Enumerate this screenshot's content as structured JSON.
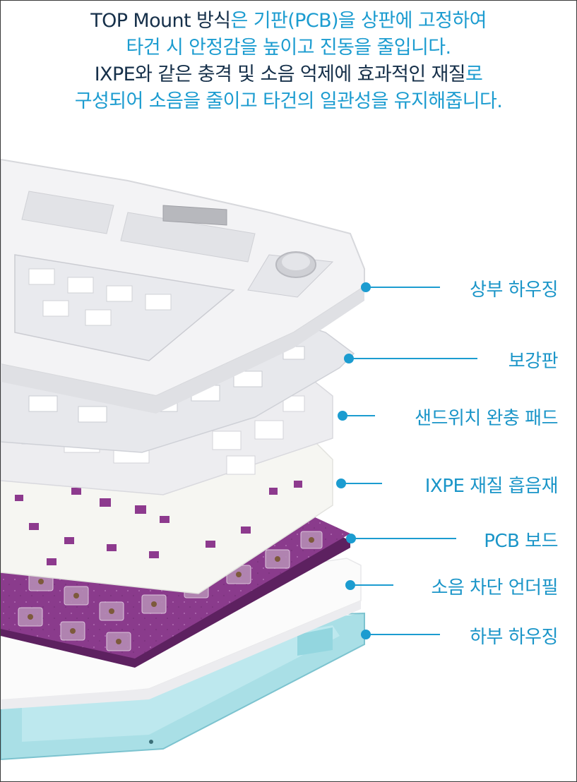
{
  "headline": {
    "line1": {
      "part1": "TOP Mount 방식",
      "part2": "은 기판(PCB)을 상판에 고정하여"
    },
    "line2": "타건 시 안정감을 높이고 진동을 줄입니다.",
    "line3": {
      "part1": "IXPE와 같은 충격 및 소음 억제에 효과적인 재질",
      "part2": "로"
    },
    "line4": "구성되어 소음을 줄이고 타건의 일관성을 유지해줍니다."
  },
  "layers": [
    {
      "label": "상부 하우징"
    },
    {
      "label": "보강판"
    },
    {
      "label": "샌드위치 완충 패드"
    },
    {
      "label": "IXPE 재질 흡음재"
    },
    {
      "label": "PCB 보드"
    },
    {
      "label": "소음 차단 언더필"
    },
    {
      "label": "하부 하우징"
    }
  ],
  "colors": {
    "dark_text": "#16304a",
    "accent_blue": "#1c9cd0",
    "pcb_purple": "#8a3b8c",
    "bottom_case": "#a9dfe6",
    "housing_white": "#f4f4f6"
  }
}
